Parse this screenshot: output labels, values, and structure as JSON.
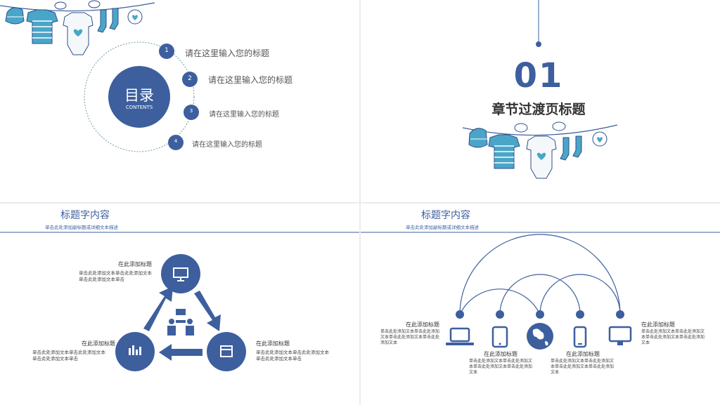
{
  "slide1": {
    "center_title": "目录",
    "center_sub": "CONTENTS",
    "items": [
      {
        "num": "1",
        "label": "请在这里输入您的标题"
      },
      {
        "num": "2",
        "label": "请在这里输入您的标题"
      },
      {
        "num": "3",
        "label": "请在这里输入您的标题"
      },
      {
        "num": "4",
        "label": "请在这里输入您的标题"
      }
    ]
  },
  "slide2": {
    "number": "01",
    "title": "章节过渡页标题"
  },
  "slide3": {
    "header_title": "标题字内容",
    "header_sub": "单击此处添加副标题或详细文本描述",
    "blocks": [
      {
        "title": "在此添加标题",
        "body": "单击此处添加文本单击此处添加文本单击此处添加文本单击"
      },
      {
        "title": "在此添加标题",
        "body": "单击此处添加文本单击此处添加文本单击此处添加文本单击"
      },
      {
        "title": "在此添加标题",
        "body": "单击此处添加文本单击此处添加文本单击此处添加文本单击"
      }
    ]
  },
  "slide4": {
    "header_title": "标题字内容",
    "header_sub": "单击此处添加副标题或详细文本描述",
    "blocks": [
      {
        "title": "在此添加标题",
        "body": "单击此处添加文本单击此处添加文本单击此处添加文本单击此处添加文本"
      },
      {
        "title": "在此添加标题",
        "body": "单击此处添加文本单击此处添加文本单击此处添加文本单击此处添加文本"
      },
      {
        "title": "在此添加标题",
        "body": "单击此处添加文本单击此处添加文本单击此处添加文本单击此处添加文本"
      },
      {
        "title": "在此添加标题",
        "body": "单击此处添加文本单击此处添加文本单击此处添加文本单击此处添加文本"
      }
    ]
  },
  "colors": {
    "accent": "#3d5f9e",
    "light_blue": "#4aa6c8",
    "text": "#555555"
  }
}
